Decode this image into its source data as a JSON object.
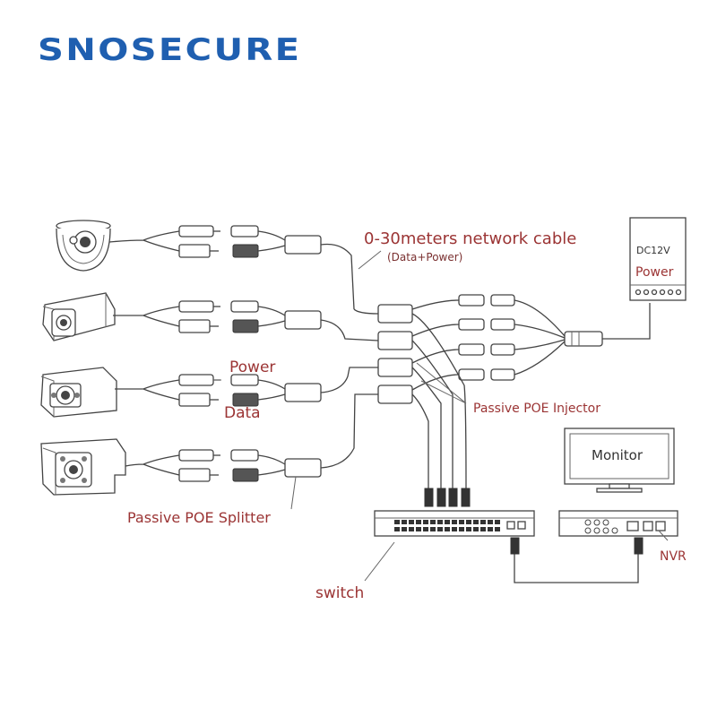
{
  "brand": {
    "logo_text": "SNOSECURE"
  },
  "labels": {
    "cable": "0-30meters network cable",
    "cable_sub": "(Data+Power)",
    "power": "Power",
    "data": "Data",
    "injector": "Passive POE Injector",
    "splitter": "Passive POE Splitter",
    "switch": "switch",
    "monitor": "Monitor",
    "nvr": "NVR",
    "psu_model": "DC12V",
    "psu_power": "Power"
  },
  "colors": {
    "brand": "#1f5fb0",
    "label": "#9b3434",
    "line": "#444444"
  },
  "icons": [
    "dome-camera-icon",
    "bullet-camera-icon",
    "box-camera-icon",
    "housing-camera-icon",
    "poe-splitter-icon",
    "poe-injector-icon",
    "power-supply-icon",
    "switch-icon",
    "nvr-icon",
    "monitor-icon"
  ]
}
